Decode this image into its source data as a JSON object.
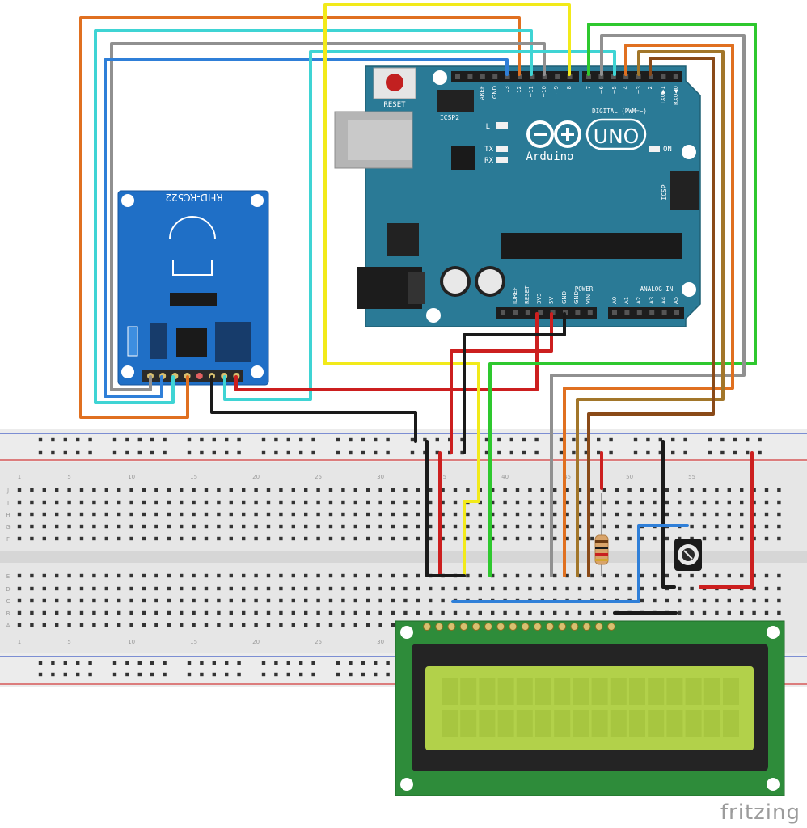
{
  "arduino": {
    "reset_label": "RESET",
    "icsp2_label": "ICSP2",
    "icsp_label": "ICSP",
    "led_l": "L",
    "led_tx": "TX",
    "led_rx": "RX",
    "led_on": "ON",
    "uno_text": "UNO",
    "brand": "Arduino",
    "digital_label": "DIGITAL (PWM=~)",
    "power_label": "POWER",
    "analog_label": "ANALOG IN",
    "top_pins": [
      "AREF",
      "GND",
      "13",
      "12",
      "~11",
      "~10",
      "~9",
      "8",
      "7",
      "~6",
      "~5",
      "4",
      "~3",
      "2",
      "TX0▶1",
      "RX0◀0"
    ],
    "power_pins": [
      "IOREF",
      "RESET",
      "3V3",
      "5V",
      "GND",
      "GND",
      "VIN"
    ],
    "analog_pins": [
      "A0",
      "A1",
      "A2",
      "A3",
      "A4",
      "A5"
    ]
  },
  "rfid": {
    "label": "RFID-RC522"
  },
  "breadboard": {
    "row_letters_top": [
      "J",
      "I",
      "H",
      "G",
      "F"
    ],
    "row_letters_bottom": [
      "E",
      "D",
      "C",
      "B",
      "A"
    ],
    "column_numbers": [
      "1",
      "5",
      "10",
      "15",
      "20",
      "25",
      "30",
      "35",
      "40",
      "45",
      "50",
      "55"
    ]
  },
  "watermark": "fritzing",
  "colors": {
    "board": "#2a7a96",
    "rfid": "#1f6fc6",
    "lcd_pcb": "#2e8c3a",
    "lcd_screen": "#b2d14a",
    "wire_orange": "#e07020",
    "wire_cyan": "#3fd4d4",
    "wire_gray": "#909090",
    "wire_blue": "#2f7fd8",
    "wire_yellow": "#f2ea1a",
    "wire_green": "#2ec82e",
    "wire_brown": "#9a5a20",
    "wire_red": "#cc1f1f",
    "wire_black": "#1a1a1a"
  }
}
